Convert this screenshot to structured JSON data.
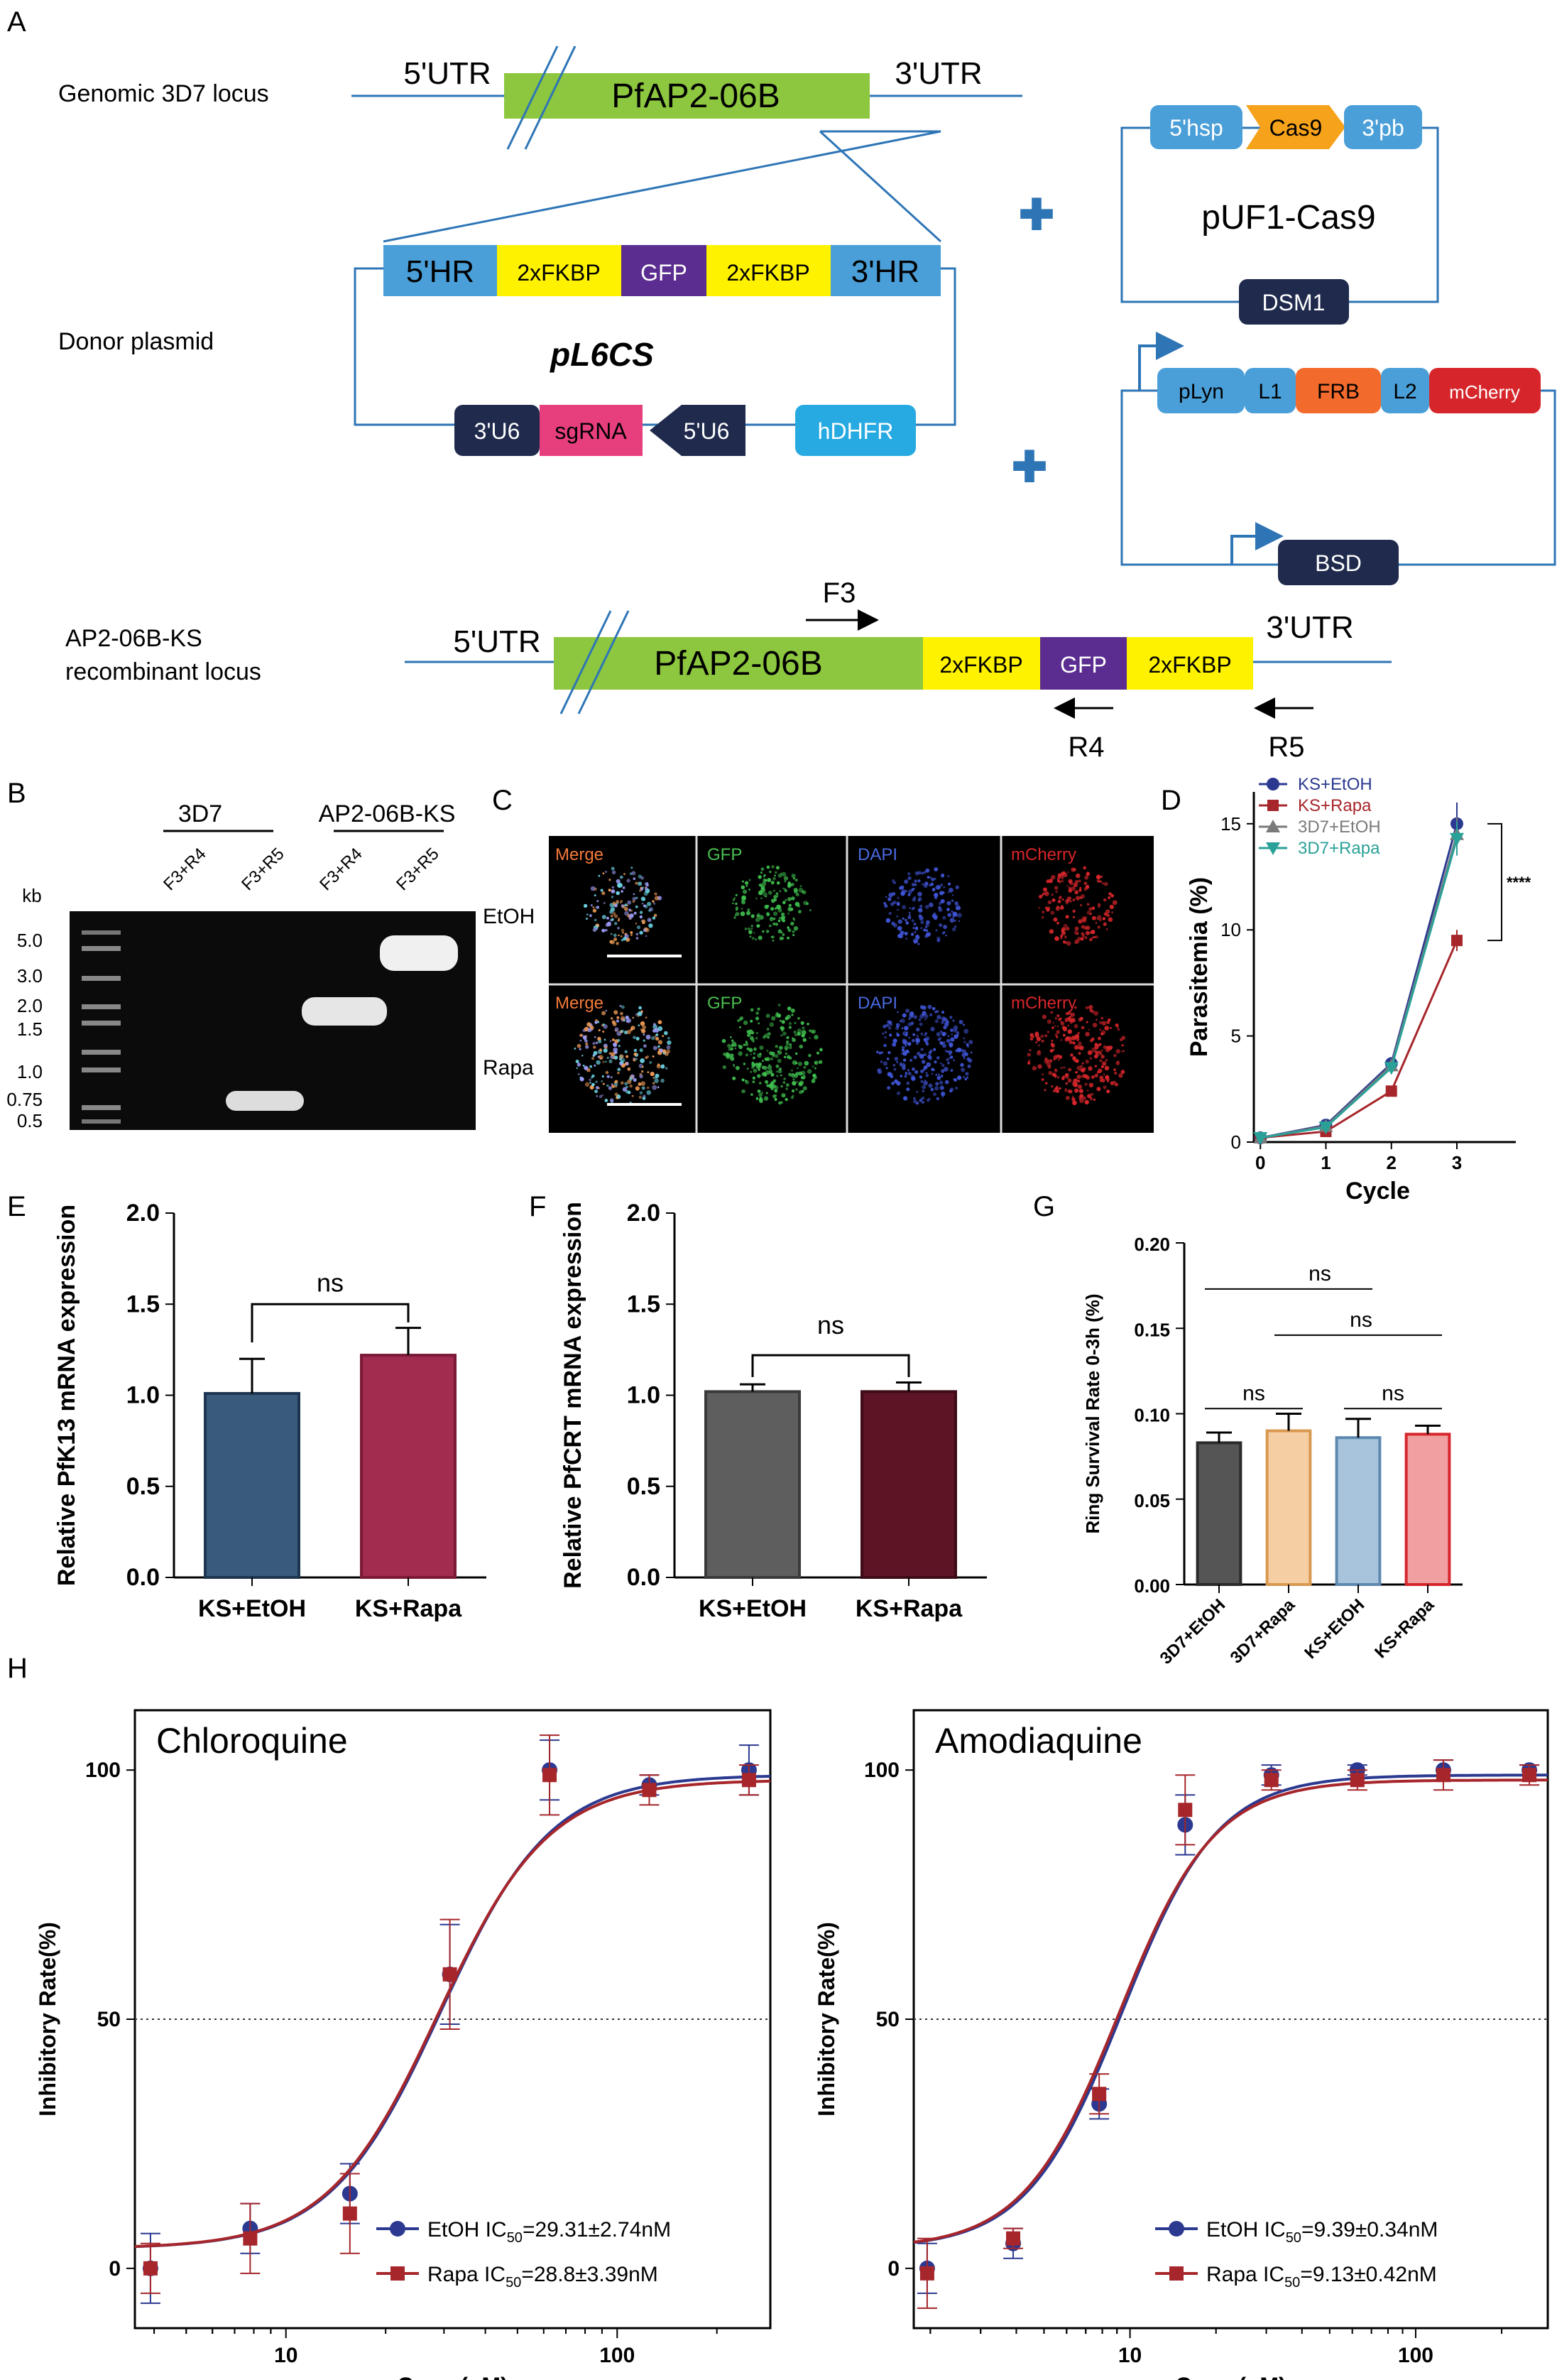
{
  "panels": {
    "A": "A",
    "B": "B",
    "C": "C",
    "D": "D",
    "E": "E",
    "F": "F",
    "G": "G",
    "H": "H"
  },
  "schematic": {
    "genomic_label": "Genomic 3D7 locus",
    "utr5": "5'UTR",
    "utr3": "3'UTR",
    "gene": "PfAP2-06B",
    "donor_label": "Donor plasmid",
    "hr5": "5'HR",
    "fkbp": "2xFKBP",
    "gfp": "GFP",
    "hr3": "3'HR",
    "plasmid_name": "pL6CS",
    "u6_3": "3'U6",
    "sgrna": "sgRNA",
    "u6_5": "5'U6",
    "hdhfr": "hDHFR",
    "hsp5": "5'hsp",
    "cas9": "Cas9",
    "pb3": "3'pb",
    "cas9_plasmid": "pUF1-Cas9",
    "dsm1": "DSM1",
    "plyn": "pLyn",
    "l1": "L1",
    "frb": "FRB",
    "l2": "L2",
    "mcherry": "mCherry",
    "bsd": "BSD",
    "recomb_label_1": "AP2-06B-KS",
    "recomb_label_2": "recombinant locus",
    "f3": "F3",
    "r4": "R4",
    "r5": "R5"
  },
  "colors": {
    "gene_green": "#8dc63f",
    "hr_blue": "#4a9fd8",
    "fkbp_yellow": "#fff200",
    "gfp_purple": "#5b2d91",
    "sgrna_pink": "#e73f7e",
    "u6_navy": "#1f2a4d",
    "hdhfr_cyan": "#27aae1",
    "cas9_orange": "#f7a21b",
    "frb_orange": "#f26b2d",
    "mcherry_red": "#d7262b",
    "line_blue": "#2e75b6",
    "etoh_blue": "#2b3990",
    "rapa_red": "#a6262b",
    "d7_gray": "#7a7a7a",
    "d7_teal": "#2aa198"
  },
  "gel": {
    "kb_label": "kb",
    "ladder_labels": [
      "5.0",
      "3.0",
      "2.0",
      "1.5",
      "1.0",
      "0.75",
      "0.5"
    ],
    "group_3d7": "3D7",
    "group_ks": "AP2-06B-KS",
    "lanes": [
      "F3+R4",
      "F3+R5",
      "F3+R4",
      "F3+R5"
    ]
  },
  "microscopy": {
    "channels": [
      "Merge",
      "GFP",
      "DAPI",
      "mCherry"
    ],
    "rows": [
      "EtOH",
      "Rapa"
    ]
  },
  "chart_data": [
    {
      "panel": "D",
      "type": "line",
      "x": [
        0,
        1,
        2,
        3
      ],
      "xlabel": "Cycle",
      "ylabel": "Parasitemia (%)",
      "ylim": [
        0,
        15
      ],
      "yticks": [
        0,
        5,
        10,
        15
      ],
      "series": [
        {
          "name": "KS+EtOH",
          "values": [
            0.2,
            0.8,
            3.7,
            15.0
          ]
        },
        {
          "name": "KS+Rapa",
          "values": [
            0.2,
            0.5,
            2.4,
            9.5
          ]
        },
        {
          "name": "3D7+EtOH",
          "values": [
            0.2,
            0.75,
            3.6,
            14.5
          ]
        },
        {
          "name": "3D7+Rapa",
          "values": [
            0.2,
            0.7,
            3.5,
            14.3
          ]
        }
      ],
      "significance": "****"
    },
    {
      "panel": "E",
      "type": "bar",
      "categories": [
        "KS+EtOH",
        "KS+Rapa"
      ],
      "values": [
        1.01,
        1.22
      ],
      "errors": [
        0.19,
        0.15
      ],
      "ylabel": "Relative PfK13 mRNA expression",
      "ylim": [
        0,
        2.0
      ],
      "yticks": [
        "0.0",
        "0.5",
        "1.0",
        "1.5",
        "2.0"
      ],
      "annotation": "ns"
    },
    {
      "panel": "F",
      "type": "bar",
      "categories": [
        "KS+EtOH",
        "KS+Rapa"
      ],
      "values": [
        1.02,
        1.02
      ],
      "errors": [
        0.04,
        0.05
      ],
      "ylabel": "Relative PfCRT mRNA expression",
      "ylim": [
        0,
        2.0
      ],
      "yticks": [
        "0.0",
        "0.5",
        "1.0",
        "1.5",
        "2.0"
      ],
      "annotation": "ns"
    },
    {
      "panel": "G",
      "type": "bar",
      "categories": [
        "3D7+EtOH",
        "3D7+Rapa",
        "KS+EtOH",
        "KS+Rapa"
      ],
      "values": [
        0.083,
        0.09,
        0.086,
        0.088
      ],
      "errors": [
        0.006,
        0.01,
        0.011,
        0.005
      ],
      "ylabel": "Ring Survival Rate 0-3h (%)",
      "ylim": [
        0,
        0.2
      ],
      "yticks": [
        "0.00",
        "0.05",
        "0.10",
        "0.15",
        "0.20"
      ],
      "annotation": "ns"
    },
    {
      "panel": "H-left",
      "type": "scatter",
      "title": "Chloroquine",
      "xlabel": "Conc.(nM)",
      "ylabel": "Inhibitory Rate(%)",
      "xscale": "log",
      "xlim": [
        3.5,
        290
      ],
      "ylim": [
        -12,
        112
      ],
      "xticks": [
        "10",
        "100"
      ],
      "yticks": [
        "0",
        "50",
        "100"
      ],
      "threshold": 50,
      "series": [
        {
          "name": "EtOH",
          "label": "EtOH IC",
          "ic50_text": "=29.31±2.74nM",
          "x": [
            3.9,
            7.8,
            15.6,
            31.25,
            62.5,
            125,
            250
          ],
          "y": [
            0,
            8,
            15,
            59,
            100,
            97,
            100
          ],
          "err": [
            7,
            5,
            6,
            10,
            6,
            2,
            5
          ]
        },
        {
          "name": "Rapa",
          "label": "Rapa IC",
          "ic50_text": "=28.8±3.39nM",
          "x": [
            3.9,
            7.8,
            15.6,
            31.25,
            62.5,
            125,
            250
          ],
          "y": [
            0,
            6,
            11,
            59,
            99,
            96,
            98
          ],
          "err": [
            5,
            7,
            8,
            11,
            8,
            3,
            3
          ]
        }
      ]
    },
    {
      "panel": "H-right",
      "type": "scatter",
      "title": "Amodiaquine",
      "xlabel": "Conc.(nM)",
      "ylabel": "Inhibitory Rate(%)",
      "xscale": "log",
      "xlim": [
        1.75,
        290
      ],
      "ylim": [
        -12,
        112
      ],
      "xticks": [
        "10",
        "100"
      ],
      "yticks": [
        "0",
        "50",
        "100"
      ],
      "threshold": 50,
      "series": [
        {
          "name": "EtOH",
          "label": "EtOH IC",
          "ic50_text": "=9.39±0.34nM",
          "x": [
            1.95,
            3.9,
            7.8,
            15.6,
            31.25,
            62.5,
            125,
            250
          ],
          "y": [
            0,
            5,
            33,
            89,
            99,
            100,
            100,
            100
          ],
          "err": [
            5,
            3,
            3,
            6,
            2,
            1,
            2,
            1
          ]
        },
        {
          "name": "Rapa",
          "label": "Rapa IC",
          "ic50_text": "=9.13±0.42nM",
          "x": [
            1.95,
            3.9,
            7.8,
            15.6,
            31.25,
            62.5,
            125,
            250
          ],
          "y": [
            -1,
            6,
            35,
            92,
            98,
            98,
            99,
            99
          ],
          "err": [
            7,
            2,
            4,
            7,
            2,
            2,
            3,
            2
          ]
        }
      ]
    }
  ]
}
